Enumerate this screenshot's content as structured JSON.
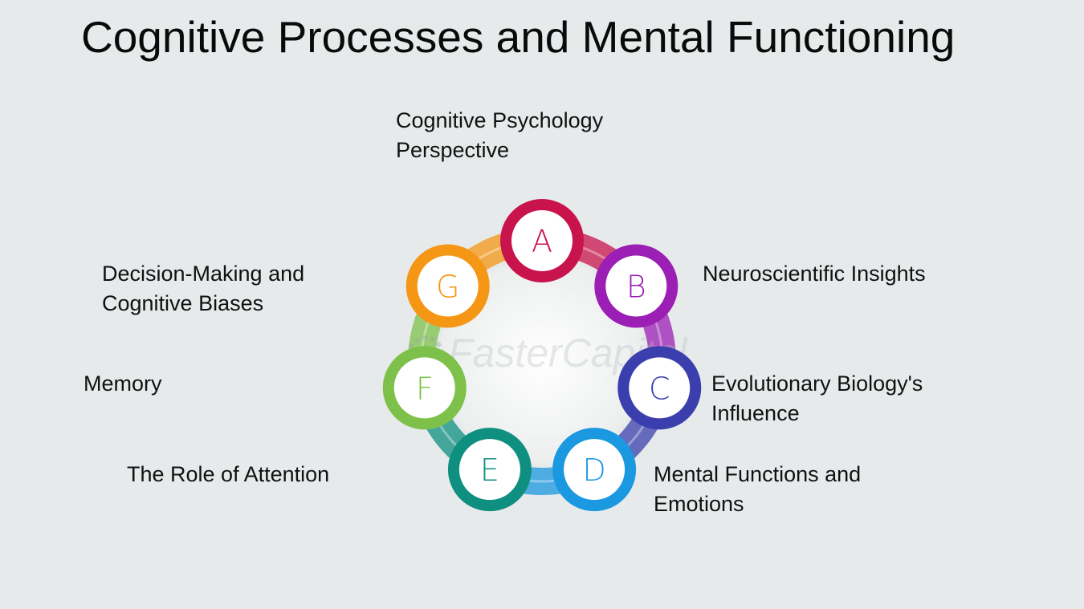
{
  "title": "Cognitive Processes and Mental Functioning",
  "watermark": "FasterCapital",
  "nodes": [
    {
      "letter": "A",
      "label": "Cognitive Psychology Perspective",
      "color": "#c8134c"
    },
    {
      "letter": "B",
      "label": "Neuroscientific Insights",
      "color": "#9b1fb5"
    },
    {
      "letter": "C",
      "label": "Evolutionary Biology's Influence",
      "color": "#3b3fae"
    },
    {
      "letter": "D",
      "label": "Mental Functions and Emotions",
      "color": "#1a98e0"
    },
    {
      "letter": "E",
      "label": "The Role of Attention",
      "color": "#0e8f80"
    },
    {
      "letter": "F",
      "label": "Memory",
      "color": "#7ec14a"
    },
    {
      "letter": "G",
      "label": "Decision-Making and Cognitive Biases",
      "color": "#f59614"
    }
  ],
  "colors": {
    "background": "#e6eaeb",
    "center_fill": "#f4f5f5"
  }
}
